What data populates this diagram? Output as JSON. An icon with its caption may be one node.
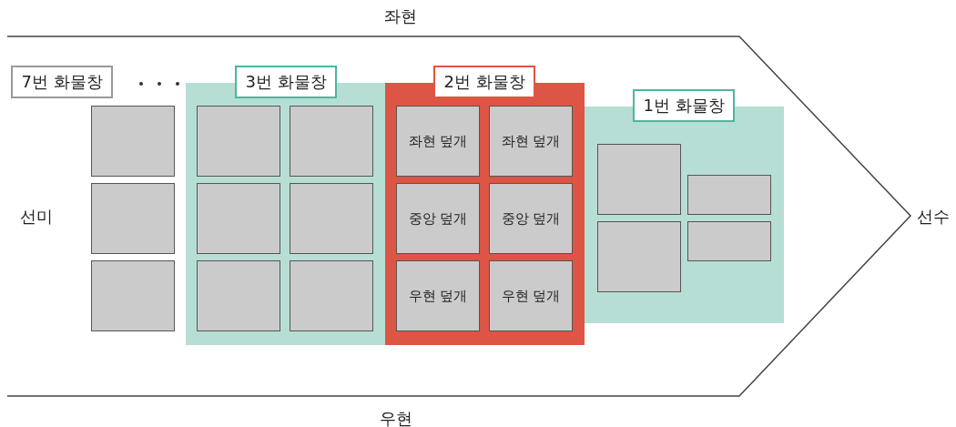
{
  "diagram": {
    "nodes": [
      {
        "text": [
          "7번 화물창"
        ]
      },
      {
        "text": [],
        "shape": "box"
      },
      {
        "text": [],
        "shape": "box"
      },
      {
        "text": [],
        "shape": "box"
      },
      {
        "text": [
          "3번 화물창"
        ]
      },
      {
        "text": [],
        "shape": "box",
        "in": 4
      },
      {
        "text": [],
        "shape": "box",
        "in": 4
      },
      {
        "text": [],
        "shape": "box",
        "in": 4
      },
      {
        "text": [],
        "shape": "box",
        "in": 4
      },
      {
        "text": [],
        "shape": "box",
        "in": 4
      },
      {
        "text": [],
        "shape": "box",
        "in": 4
      },
      {
        "text": [
          "2번 화물창"
        ]
      },
      {
        "text": [
          "좌현 덮개"
        ],
        "in": 11
      },
      {
        "text": [
          "좌현 덮개"
        ],
        "in": 11
      },
      {
        "text": [
          "중앙 덮개"
        ],
        "in": 11
      },
      {
        "text": [
          "중앙 덮개"
        ],
        "in": 11
      },
      {
        "text": [
          "우현 덮개"
        ],
        "in": 11
      },
      {
        "text": [
          "우현 덮개"
        ],
        "in": 11
      },
      {
        "text": [
          "1번 화물창"
        ]
      },
      {
        "text": [],
        "shape": "box",
        "in": 18
      },
      {
        "text": [],
        "shape": "box",
        "in": 18
      },
      {
        "text": [],
        "shape": "box",
        "in": 18
      },
      {
        "text": [],
        "shape": "box",
        "in": 18
      }
    ],
    "edges": [],
    "labels": [
      "좌현",
      "선미",
      "선수",
      "우현"
    ]
  }
}
